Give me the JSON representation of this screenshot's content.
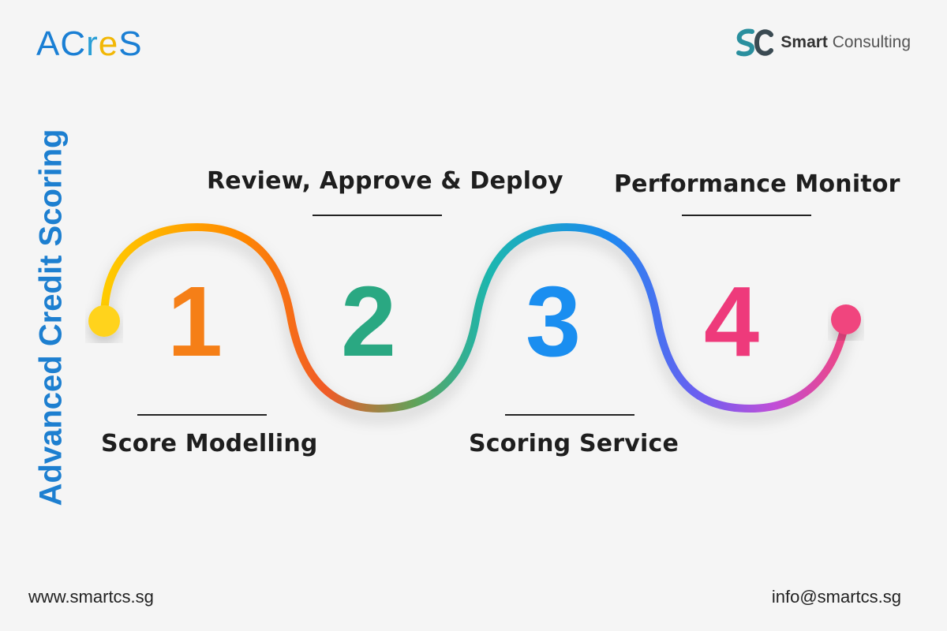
{
  "header": {
    "left_logo": {
      "text_parts": [
        "A",
        "C",
        "r",
        "e",
        "S"
      ],
      "colors": [
        "#1a7fd4",
        "#1a7fd4",
        "#2a9fd6",
        "#f2b705",
        "#1a7fd4"
      ]
    },
    "right_logo": {
      "mark_text": "SC",
      "brand_bold": "Smart",
      "brand_rest": "Consulting"
    }
  },
  "vertical_title": "Advanced Credit Scoring",
  "steps": [
    {
      "number": "1",
      "label": "Score Modelling",
      "color": "#f57f17"
    },
    {
      "number": "2",
      "label": "Review, Approve & Deploy",
      "color": "#2aa882"
    },
    {
      "number": "3",
      "label": "Scoring Service",
      "color": "#1a8ef0"
    },
    {
      "number": "4",
      "label": "Performance Monitor",
      "color": "#ee3a7b"
    }
  ],
  "wave": {
    "start_color": "#ffd31a",
    "end_color": "#f0457e",
    "gradient_stops": [
      "#ffcc00",
      "#ff8a00",
      "#f05a28",
      "#2ab99a",
      "#1bb6c8",
      "#1e88f0",
      "#6d5ef0",
      "#c04fd8",
      "#f0457e"
    ]
  },
  "footer": {
    "website": "www.smartcs.sg",
    "email": "info@smartcs.sg"
  }
}
